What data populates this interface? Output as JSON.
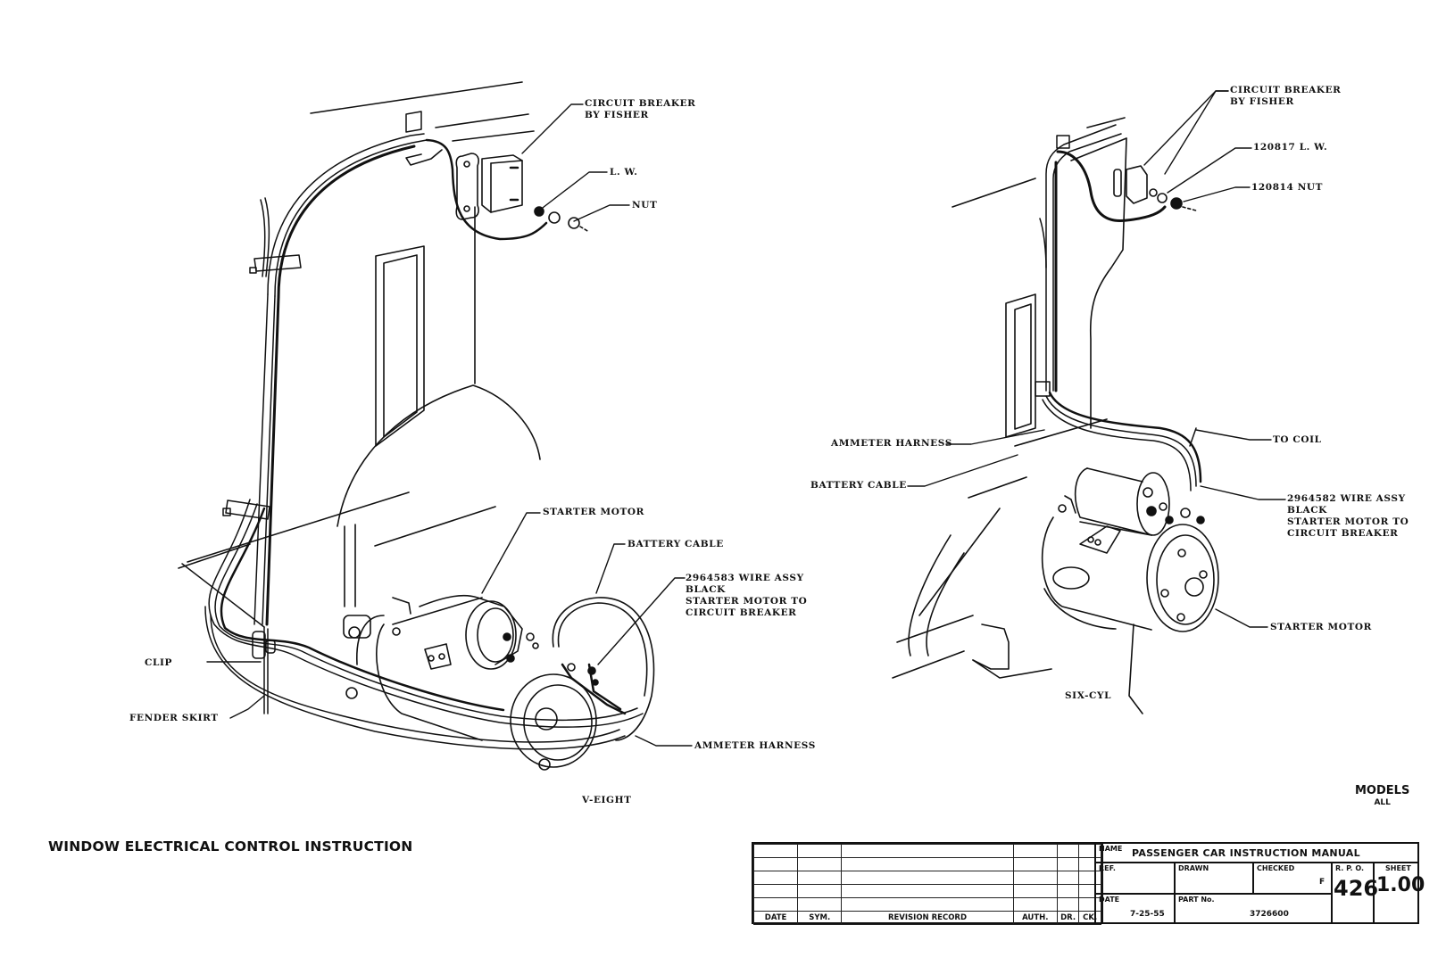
{
  "drawing_title": "WINDOW ELECTRICAL CONTROL INSTRUCTION",
  "models": {
    "heading": "MODELS",
    "value": "ALL"
  },
  "v_eight_view": {
    "caption": "V-EIGHT",
    "labels": {
      "circuit_breaker_line1": "CIRCUIT BREAKER",
      "circuit_breaker_line2": "BY FISHER",
      "lw": "L. W.",
      "nut": "NUT",
      "starter_motor": "STARTER MOTOR",
      "battery_cable": "BATTERY CABLE",
      "wire_assy_line1": "2964583 WIRE ASSY",
      "wire_assy_line2": "BLACK",
      "wire_assy_line3": "STARTER MOTOR TO",
      "wire_assy_line4": "CIRCUIT BREAKER",
      "clip": "CLIP",
      "fender_skirt": "FENDER SKIRT",
      "ammeter_harness": "AMMETER HARNESS"
    }
  },
  "six_cyl_view": {
    "caption": "SIX-CYL",
    "labels": {
      "circuit_breaker_line1": "CIRCUIT BREAKER",
      "circuit_breaker_line2": "BY FISHER",
      "lw": "120817 L. W.",
      "nut": "120814 NUT",
      "ammeter_harness": "AMMETER HARNESS",
      "battery_cable": "BATTERY CABLE",
      "to_coil": "TO COIL",
      "wire_assy_line1": "2964582 WIRE ASSY",
      "wire_assy_line2": "BLACK",
      "wire_assy_line3": "STARTER MOTOR TO",
      "wire_assy_line4": "CIRCUIT BREAKER",
      "starter_motor": "STARTER MOTOR"
    }
  },
  "revision_block": {
    "headers": [
      "DATE",
      "SYM.",
      "REVISION RECORD",
      "AUTH.",
      "DR.",
      "CK."
    ],
    "rows": 5
  },
  "title_block": {
    "name_label": "NAME",
    "name_value": "PASSENGER CAR INSTRUCTION MANUAL",
    "ref_label": "REF.",
    "drawn_label": "DRAWN",
    "checked_label": "CHECKED",
    "checked_value": "F",
    "rpo_label": "R. P. O.",
    "rpo_value": "426",
    "sheet_label": "SHEET",
    "sheet_value": "1.00",
    "date_label": "DATE",
    "date_value": "7-25-55",
    "part_label": "PART No.",
    "part_value": "3726600"
  }
}
